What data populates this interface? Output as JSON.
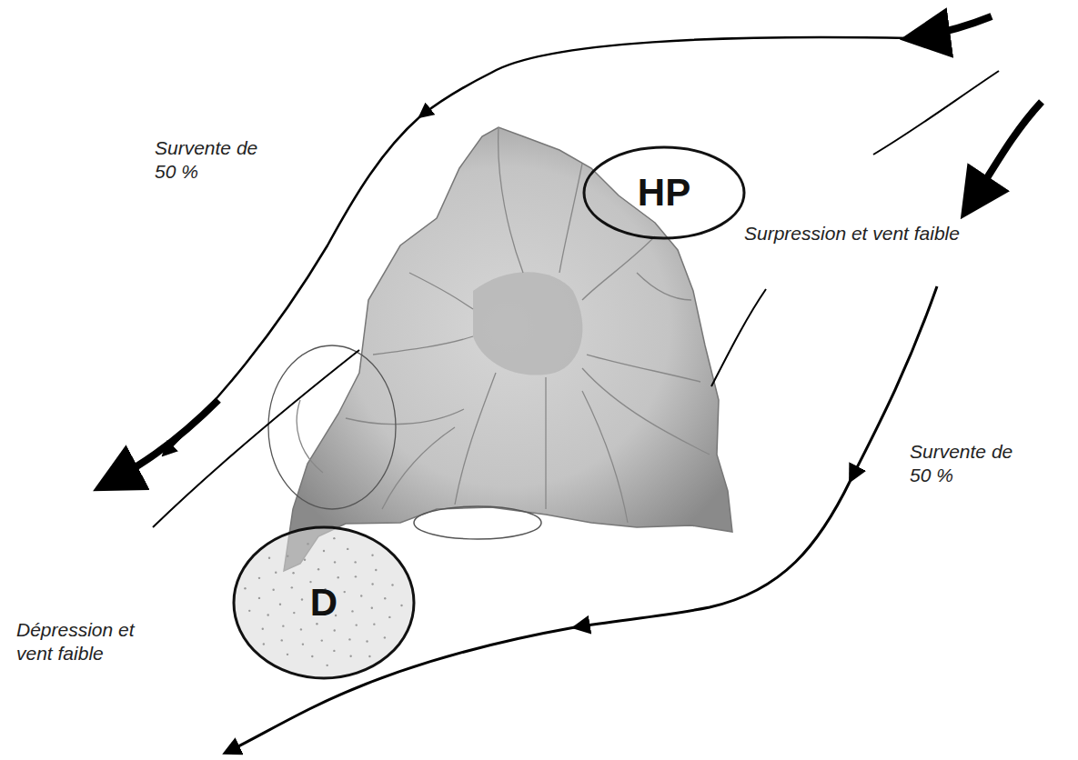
{
  "diagram": {
    "nodes": [
      {
        "text": [
          "HP"
        ]
      },
      {
        "text": [
          "D"
        ]
      }
    ],
    "labels": [
      "Survente de 50 %",
      "Surpression et vent faible",
      "Survente de 50 %",
      "Dépression et vent faible"
    ]
  }
}
